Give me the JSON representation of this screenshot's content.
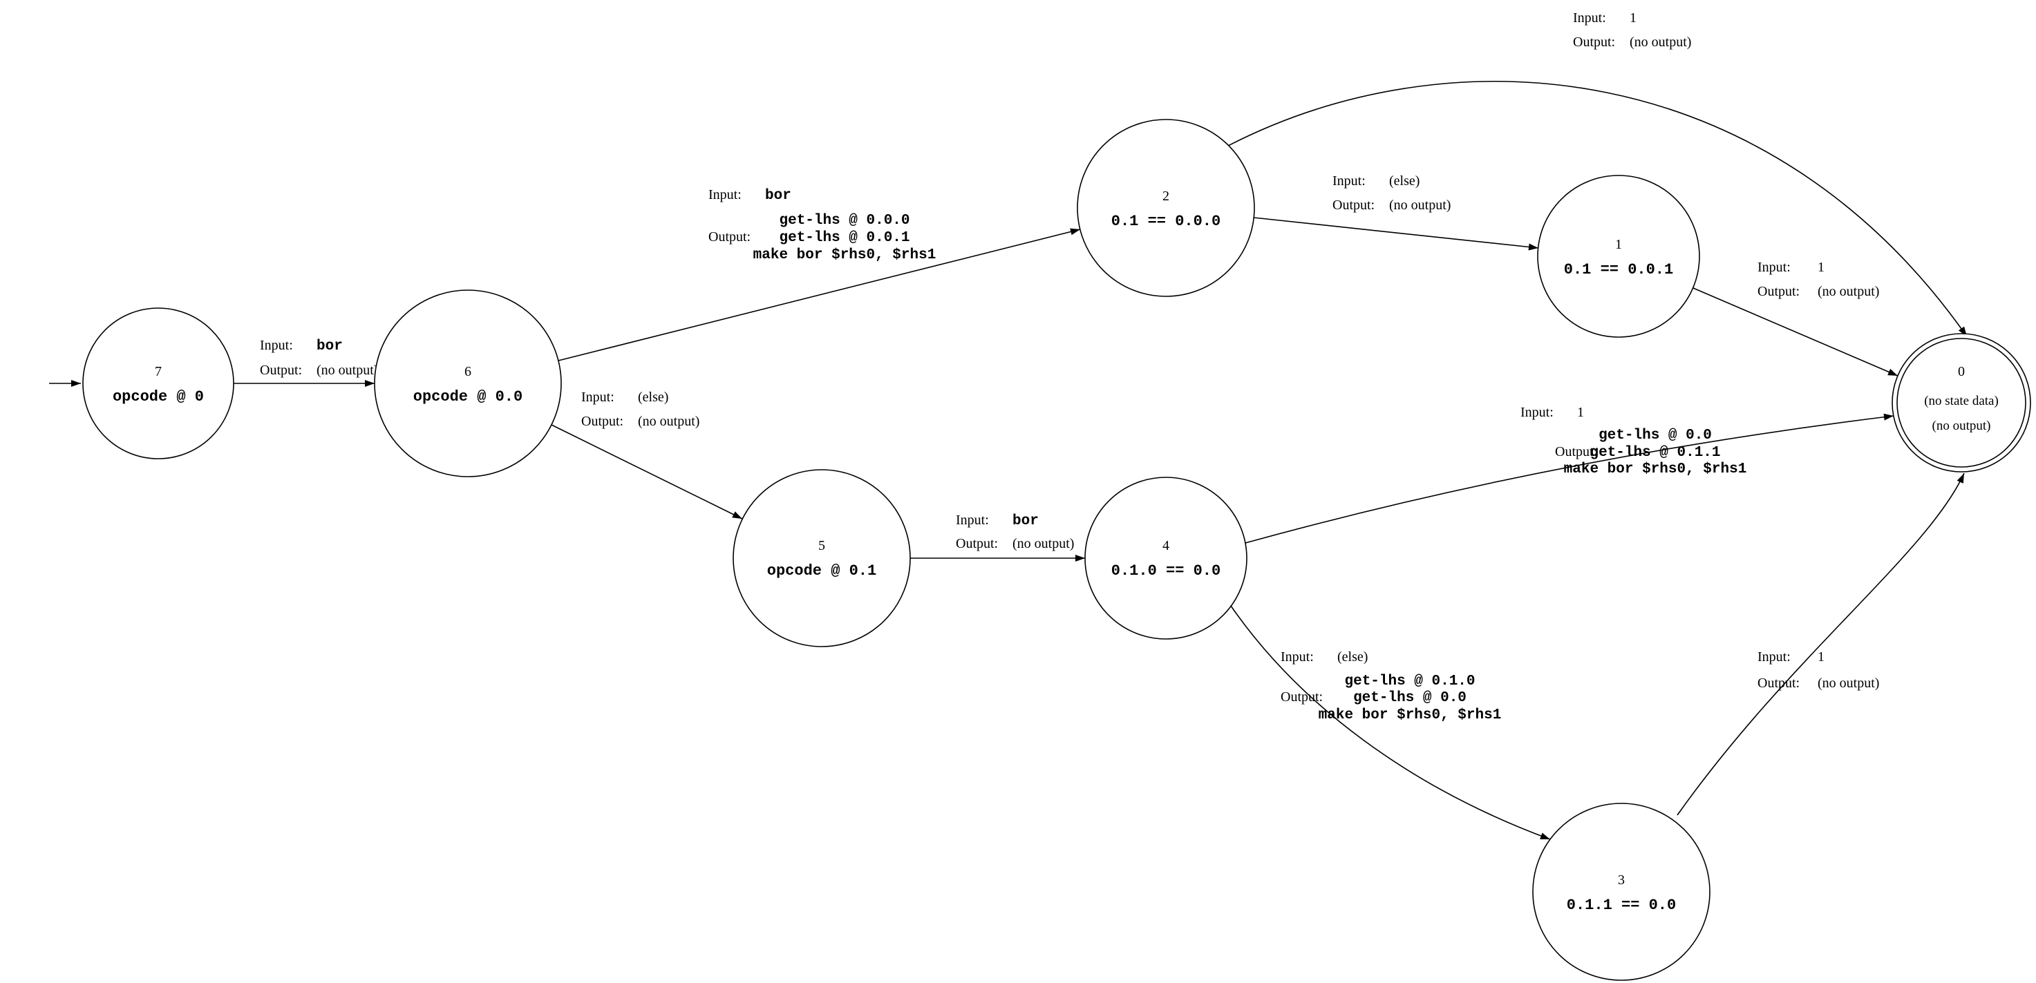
{
  "page": {
    "background": "#ffffff",
    "line_color": "#000000"
  },
  "diagram": {
    "labels": {
      "input": "Input:",
      "output": "Output:"
    },
    "states": {
      "s7": {
        "num": "7",
        "data": "opcode @ 0"
      },
      "s6": {
        "num": "6",
        "data": "opcode @ 0.0"
      },
      "s5": {
        "num": "5",
        "data": "opcode @ 0.1"
      },
      "s4": {
        "num": "4",
        "data": "0.1.0 == 0.0"
      },
      "s3": {
        "num": "3",
        "data": "0.1.1 == 0.0"
      },
      "s2": {
        "num": "2",
        "data": "0.1 == 0.0.0"
      },
      "s1": {
        "num": "1",
        "data": "0.1 == 0.0.1"
      },
      "s0": {
        "num": "0",
        "line1": "(no state data)",
        "line2": "(no output)"
      }
    },
    "edges": {
      "e7_6": {
        "input": "bor",
        "output": "(no output)"
      },
      "e6_2": {
        "input": "bor",
        "outputs": [
          "get-lhs @ 0.0.0",
          "get-lhs @ 0.0.1",
          "make bor $rhs0, $rhs1"
        ]
      },
      "e6_5": {
        "input": "(else)",
        "output": "(no output)"
      },
      "e2_0": {
        "input": "1",
        "output": "(no output)"
      },
      "e2_1": {
        "input": "(else)",
        "output": "(no output)"
      },
      "e1_0": {
        "input": "1",
        "output": "(no output)"
      },
      "e5_4": {
        "input": "bor",
        "output": "(no output)"
      },
      "e4_0": {
        "input": "1",
        "outputs": [
          "get-lhs @ 0.0",
          "get-lhs @ 0.1.1",
          "make bor $rhs0, $rhs1"
        ]
      },
      "e4_3": {
        "input": "(else)",
        "outputs": [
          "get-lhs @ 0.1.0",
          "get-lhs @ 0.0",
          "make bor $rhs0, $rhs1"
        ]
      },
      "e3_0": {
        "input": "1",
        "output": "(no output)"
      }
    }
  }
}
